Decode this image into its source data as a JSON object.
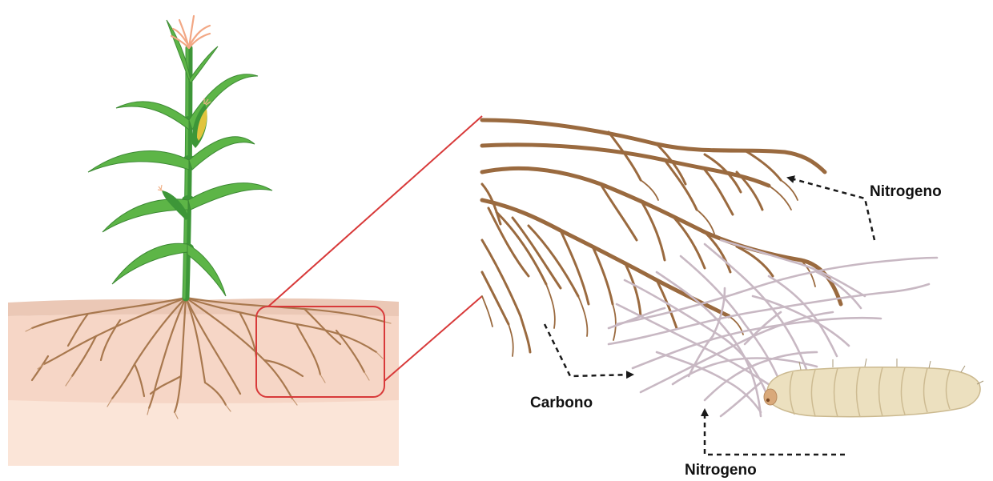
{
  "labels": {
    "nitrogen_top": "Nitrogeno",
    "carbon": "Carbono",
    "nitrogen_bottom": "Nitrogeno"
  },
  "colors": {
    "soil_top": "#e9c9b8",
    "soil_middle": "#f6d7c8",
    "soil_bottom": "#fbe6da",
    "plant_stem": "#3f9b3a",
    "plant_leaf": "#5db547",
    "root": "#9a6a3f",
    "fungal_hyphae": "#c9b9c4",
    "zoom_box": "#d83a3a",
    "larva": "#eadfbe",
    "arrow": "#1a1a1a"
  }
}
